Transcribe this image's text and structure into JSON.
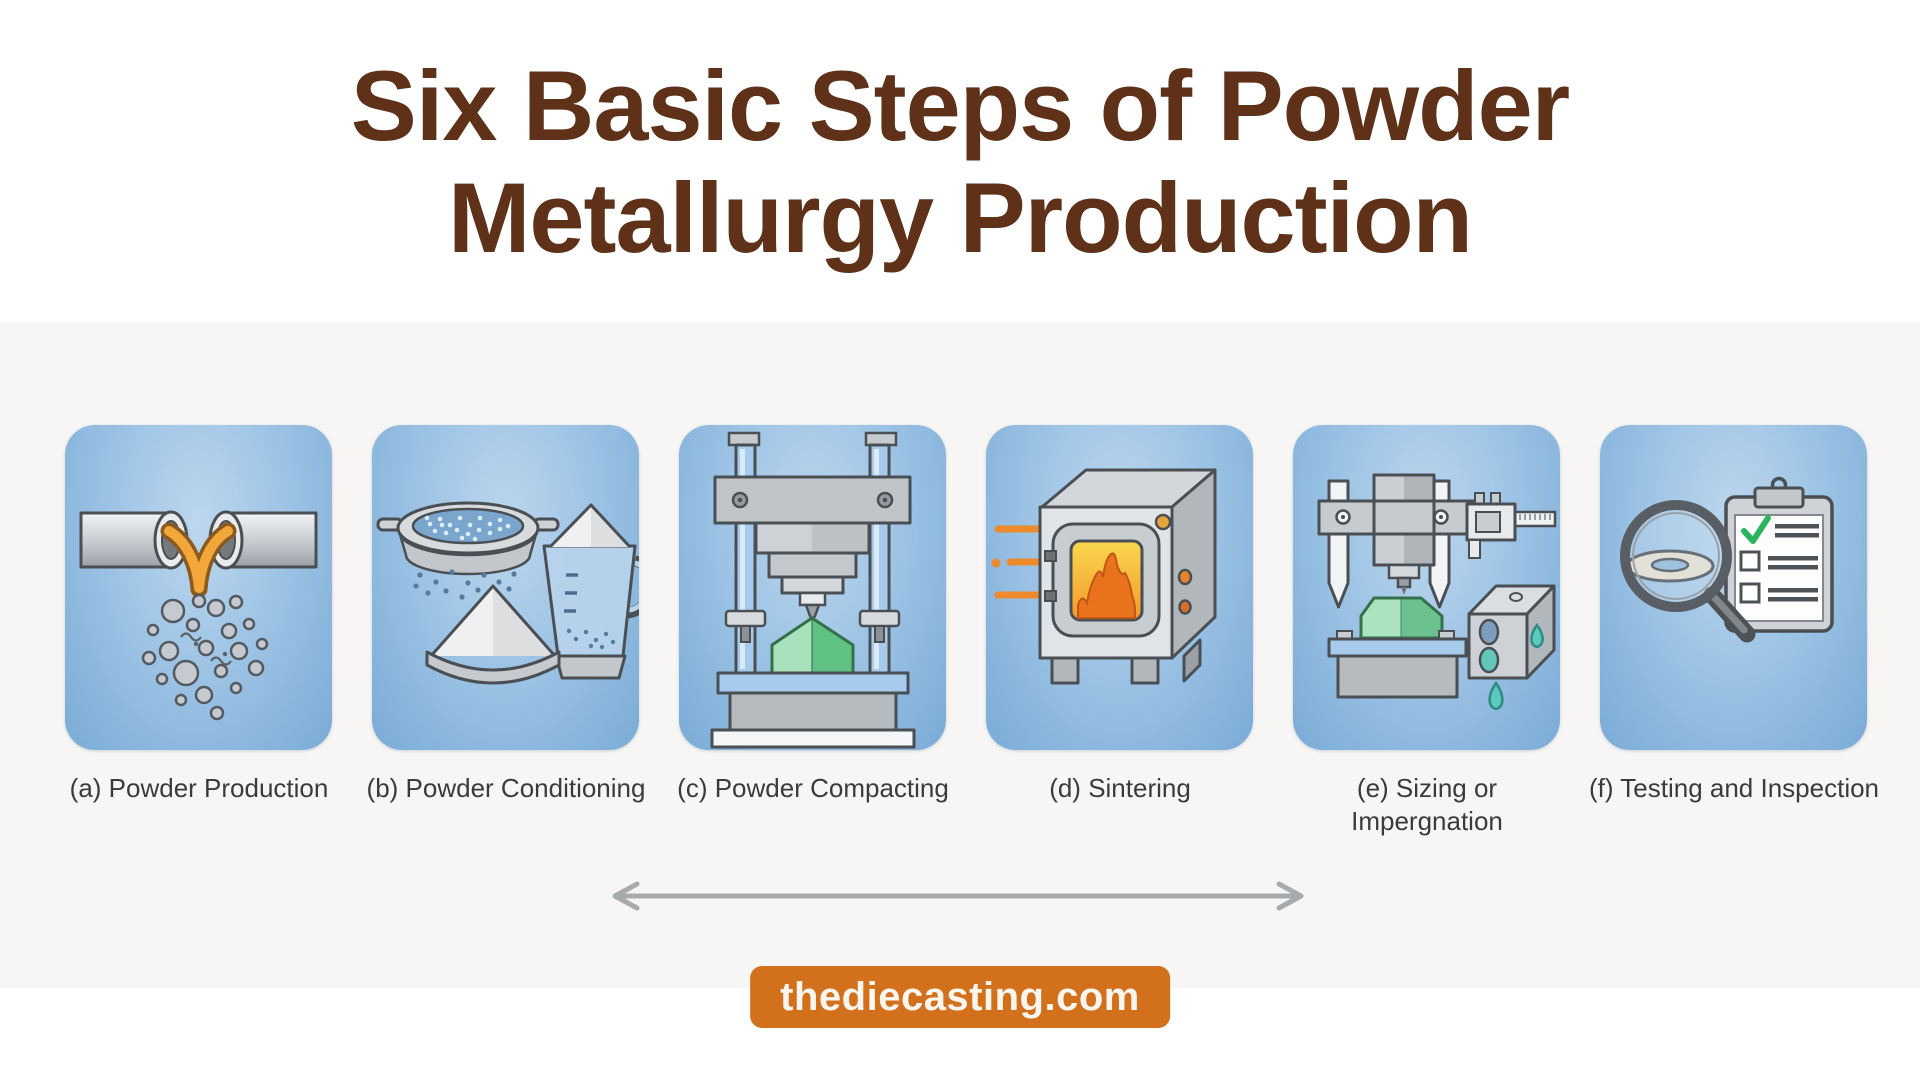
{
  "title": {
    "text_line1": "Six Basic Steps of Powder",
    "text_line2": "Metallurgy Production",
    "color": "#5e3118"
  },
  "steps": [
    {
      "label": "(a) Powder Production",
      "icon": "powder-production-icon"
    },
    {
      "label": "(b) Powder Conditioning",
      "icon": "powder-conditioning-icon"
    },
    {
      "label": "(c) Powder Compacting",
      "icon": "powder-compacting-icon"
    },
    {
      "label": "(d) Sintering",
      "icon": "sintering-furnace-icon"
    },
    {
      "label": "(e) Sizing or Impergnation",
      "icon": "sizing-impregnation-icon"
    },
    {
      "label": "(f) Testing and Inspection",
      "icon": "testing-inspection-icon"
    }
  ],
  "flow_arrow": {
    "style": "double-headed",
    "color": "#a6abb0"
  },
  "footer_badge": {
    "text": "thediecasting.com",
    "background": "#d3701c",
    "text_color": "#fcf6ee"
  },
  "panel_style": {
    "background_center": "#bdd7ee",
    "background_edge": "#7aabd6",
    "label_color": "#3b3b3b"
  }
}
